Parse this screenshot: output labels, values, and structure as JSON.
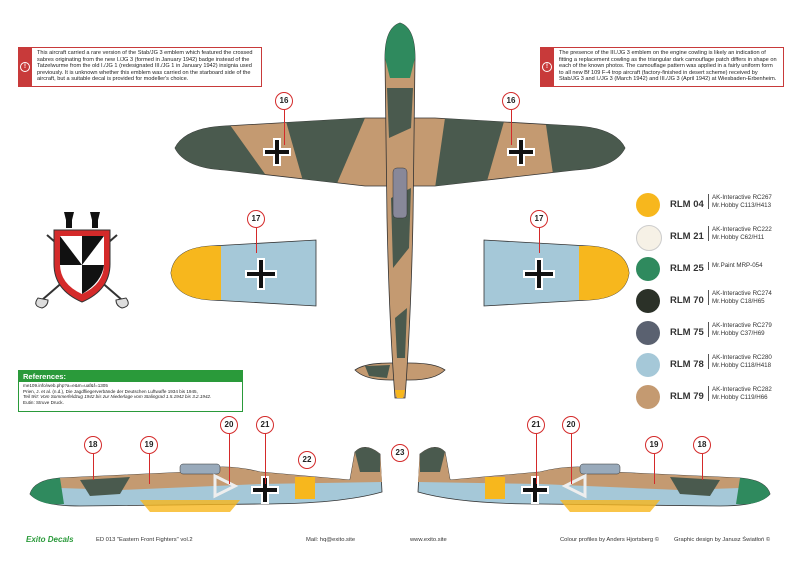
{
  "notes": {
    "left": "This aircraft carried a rare version of the Stab/JG 3 emblem which featured the crossed sabres originating from the new I./JG 3 (formed in January 1942) badge instead of the Tatzelwurme from the old I./JG 1 (redesignated III./JG 1 in January 1942) insignia used previously. It is unknown whether this emblem was carried on the starboard side of the aircraft, but a suitable decal is provided for modeller's choice.",
    "right": "The presence of the III./JG 3 emblem on the engine cowling is likely an indication of fitting a replacement cowling as the triangular dark camouflage patch differs in shape on each of the known photos. The camouflage pattern was applied in a fairly uniform form to all new Bf 109 F-4 trop aircraft (factory-finished in desert scheme) received by Stab/JG 3 and I./JG 3 (March 1942) and III./JG 3 (April 1942) at Wiesbaden-Erbenheim."
  },
  "references": {
    "title": "References:",
    "lines": [
      "me109.info/web.php?a=e&m=uaf&f=1305",
      "Prien, J. et al. (n.d.), Die Jagdfliegerverbände der Deutschen Luftwaffe 1934 bis 1945,",
      "Teil 9/II: Vom Sommerfeldzug 1942 bis zur Niederlage vom Stalingrad 1.5.1942 bis 3.2.1942.",
      "Eutin: Struve Druck."
    ]
  },
  "callouts": {
    "c16a": "16",
    "c16b": "16",
    "c17a": "17",
    "c17b": "17",
    "c18a": "18",
    "c19a": "19",
    "c20a": "20",
    "c21a": "21",
    "c22": "22",
    "c23": "23",
    "c21b": "21",
    "c20b": "20",
    "c19b": "19",
    "c18b": "18"
  },
  "palette": [
    {
      "rlm": "RLM 04",
      "color": "#f7b71d",
      "paints": [
        "AK-Interactive RC267",
        "Mr.Hobby C113/H413"
      ]
    },
    {
      "rlm": "RLM 21",
      "color": "#f6f1e6",
      "paints": [
        "AK-Interactive RC222",
        "Mr.Hobby C62/H11"
      ]
    },
    {
      "rlm": "RLM 25",
      "color": "#2f8a5e",
      "paints": [
        "Mr.Paint MRP-054"
      ]
    },
    {
      "rlm": "RLM 70",
      "color": "#2b3128",
      "paints": [
        "AK-Interactive RC274",
        "Mr.Hobby C18/H65"
      ]
    },
    {
      "rlm": "RLM 75",
      "color": "#5a6170",
      "paints": [
        "AK-Interactive RC279",
        "Mr.Hobby C37/H69"
      ]
    },
    {
      "rlm": "RLM 78",
      "color": "#a5c8d8",
      "paints": [
        "AK-Interactive RC280",
        "Mr.Hobby C118/H418"
      ]
    },
    {
      "rlm": "RLM 79",
      "color": "#c49a71",
      "paints": [
        "AK-Interactive RC282",
        "Mr.Hobby C119/H66"
      ]
    }
  ],
  "footer": {
    "logo": "Exito Decals",
    "code": "ED 013  \"Eastern Front Fighters\" vol.2",
    "mail": "Mail: hq@exito.site",
    "web": "www.exito.site",
    "profiles": "Colour profiles by Anders Hjortsberg ©",
    "design": "Graphic design by Janusz Światłoń ©"
  },
  "colors": {
    "accent_red": "#d42a2a",
    "accent_green": "#2a9a3a",
    "camo_dark": "#4a5a4e",
    "camo_sand": "#c49a71",
    "underside_blue": "#a5c8d8",
    "yellow": "#f7b71d"
  }
}
